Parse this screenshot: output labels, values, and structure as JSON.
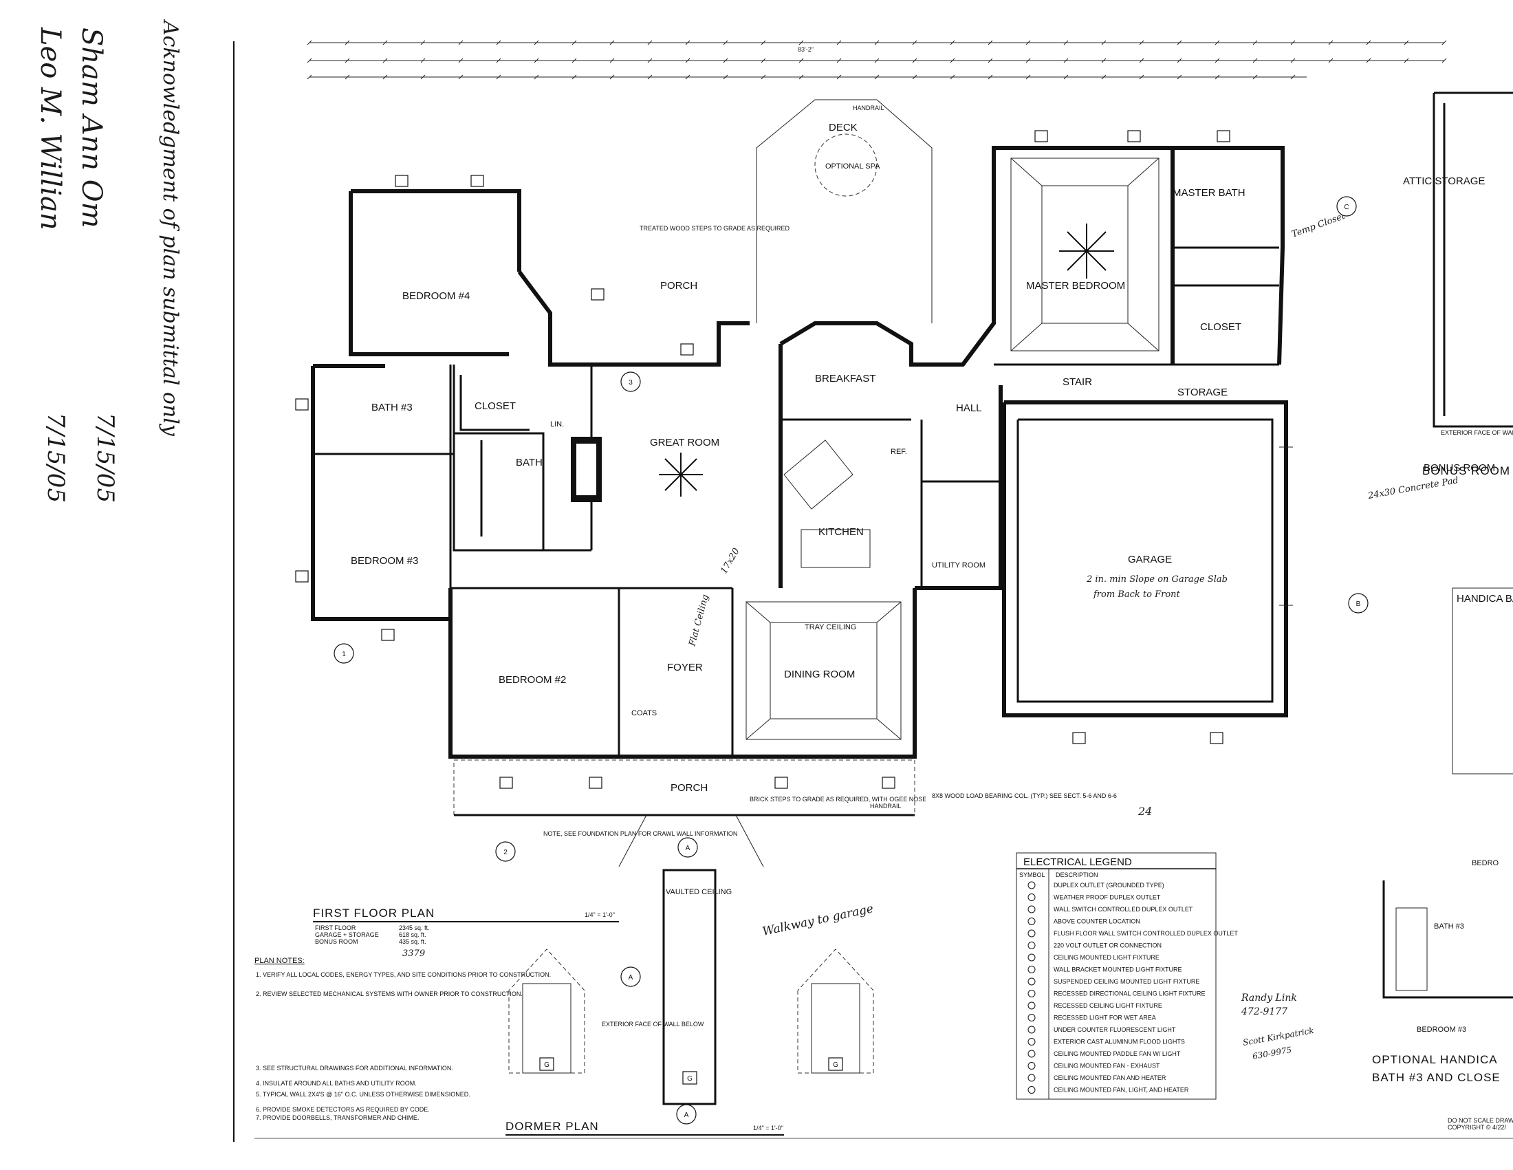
{
  "handwriting": {
    "acknowledgment": "Acknowledgment of plan submittal only",
    "signature_date_1": "7/15/05",
    "signature_date_2": "7/15/05",
    "note_walkway": "Walkway to garage",
    "note_garage_slope_1": "2 in. min Slope on Garage Slab",
    "note_garage_slope_2": "from Back to Front",
    "note_concrete_pad": "24x30 Concrete Pad",
    "note_temp_closet": "Temp Closet",
    "note_contact_1_name": "Randy Link",
    "note_contact_1_phone": "472-9177",
    "note_contact_2_name": "Scott Kirkpatrick",
    "note_contact_2_phone": "630-9975",
    "note_flat_ceiling": "Flat Ceiling",
    "note_dim_1770": "17x20",
    "note_24": "24"
  },
  "rooms": {
    "bedroom4": "BEDROOM #4",
    "porch_rear": "PORCH",
    "deck": "DECK",
    "optional_spa": "OPTIONAL SPA",
    "master_bedroom": "MASTER BEDROOM",
    "master_bath": "MASTER BATH",
    "closet_master": "CLOSET",
    "attic_storage": "ATTIC STORAGE",
    "bath3": "BATH #3",
    "closet": "CLOSET",
    "lin": "LIN.",
    "great_room": "GREAT ROOM",
    "breakfast": "BREAKFAST",
    "hall": "HALL",
    "stair": "STAIR",
    "storage": "STORAGE",
    "bath": "BATH",
    "kitchen": "KITCHEN",
    "utility_room": "UTILITY ROOM",
    "garage": "GARAGE",
    "bedroom3": "BEDROOM #3",
    "bedroom2": "BEDROOM #2",
    "foyer": "FOYER",
    "coats": "COATS",
    "dining_room": "DINING ROOM",
    "porch_front": "PORCH",
    "tray_ceiling": "TRAY CEILING",
    "ref": "REF.",
    "bonus_room": "BONUS ROOM",
    "vaulted_ceiling": "VAULTED CEILING"
  },
  "titles": {
    "first_floor_plan": "FIRST FLOOR PLAN",
    "first_floor_scale": "1/4\" = 1'-0\"",
    "dormer_plan": "DORMER PLAN",
    "dormer_scale": "1/4\" = 1'-0\"",
    "optional_handicap": "OPTIONAL HANDICA",
    "bath3_closet": "BATH #3 AND CLOSE",
    "handicap_bath": "HANDICA BATH O",
    "bonus_room_title": "BONUS ROOM"
  },
  "areas": {
    "first_floor_label": "FIRST FLOOR",
    "first_floor_value": "2345 sq. ft.",
    "garage_label": "GARAGE + STORAGE",
    "garage_value": "618 sq. ft.",
    "bonus_label": "BONUS ROOM",
    "bonus_value": "435 sq. ft.",
    "total_handwritten": "3379"
  },
  "plan_notes": {
    "heading": "PLAN NOTES:",
    "items": [
      "1. VERIFY ALL LOCAL CODES, ENERGY TYPES, AND SITE CONDITIONS PRIOR TO CONSTRUCTION.",
      "2. REVIEW SELECTED MECHANICAL SYSTEMS WITH OWNER PRIOR TO CONSTRUCTION.",
      "3. SEE STRUCTURAL DRAWINGS FOR ADDITIONAL INFORMATION.",
      "4. INSULATE AROUND ALL BATHS AND UTILITY ROOM.",
      "5. TYPICAL WALL 2X4'S @ 16\" O.C. UNLESS OTHERWISE DIMENSIONED.",
      "6. PROVIDE SMOKE DETECTORS AS REQUIRED BY CODE.",
      "7. PROVIDE DOORBELLS, TRANSFORMER AND CHIME."
    ]
  },
  "electrical_legend": {
    "title": "ELECTRICAL LEGEND",
    "col_symbol": "SYMBOL",
    "col_description": "DESCRIPTION",
    "items": [
      {
        "icon": "duplex-outlet-icon",
        "label": "DUPLEX OUTLET (GROUNDED TYPE)"
      },
      {
        "icon": "weatherproof-outlet-icon",
        "label": "WEATHER PROOF DUPLEX OUTLET"
      },
      {
        "icon": "switched-outlet-icon",
        "label": "WALL SWITCH CONTROLLED DUPLEX OUTLET"
      },
      {
        "icon": "counter-outlet-icon",
        "label": "ABOVE COUNTER LOCATION"
      },
      {
        "icon": "floor-outlet-icon",
        "label": "FLUSH FLOOR WALL SWITCH CONTROLLED DUPLEX OUTLET"
      },
      {
        "icon": "220v-outlet-icon",
        "label": "220 VOLT OUTLET OR CONNECTION"
      },
      {
        "icon": "ceiling-light-icon",
        "label": "CEILING MOUNTED LIGHT FIXTURE"
      },
      {
        "icon": "wall-bracket-light-icon",
        "label": "WALL BRACKET MOUNTED LIGHT FIXTURE"
      },
      {
        "icon": "suspended-light-icon",
        "label": "SUSPENDED CEILING MOUNTED LIGHT FIXTURE"
      },
      {
        "icon": "directional-light-icon",
        "label": "RECESSED DIRECTIONAL CEILING LIGHT FIXTURE"
      },
      {
        "icon": "recessed-light-icon",
        "label": "RECESSED CEILING LIGHT FIXTURE"
      },
      {
        "icon": "wet-area-light-icon",
        "label": "RECESSED LIGHT FOR WET AREA"
      },
      {
        "icon": "fluorescent-light-icon",
        "label": "UNDER COUNTER FLUORESCENT LIGHT"
      },
      {
        "icon": "flood-light-icon",
        "label": "EXTERIOR CAST ALUMINUM FLOOD LIGHTS"
      },
      {
        "icon": "paddle-fan-icon",
        "label": "CEILING MOUNTED PADDLE FAN W/ LIGHT"
      },
      {
        "icon": "exhaust-fan-icon",
        "label": "CEILING MOUNTED FAN - EXHAUST"
      },
      {
        "icon": "fan-heater-icon",
        "label": "CEILING MOUNTED FAN AND HEATER"
      },
      {
        "icon": "fan-light-heater-icon",
        "label": "CEILING MOUNTED FAN, LIGHT, AND HEATER"
      }
    ]
  },
  "notes": {
    "handrail": "HANDRAIL",
    "brick_steps": "BRICK STEPS TO GRADE AS REQUIRED, WITH OGEE NOSE",
    "wood_col": "8X8 WOOD LOAD BEARING COL. (TYP.) SEE SECT. 5-6 AND 6-6",
    "foundation_note": "NOTE, SEE FOUNDATION PLAN FOR CRAWL WALL INFORMATION",
    "treated_steps": "TREATED WOOD STEPS TO GRADE AS REQUIRED",
    "exterior_face": "EXTERIOR FACE OF WALL BELOW",
    "do_not_scale": "DO NOT SCALE DRAWI",
    "copyright": "COPYRIGHT © 4/22/",
    "bedroom3_small": "BEDROOM #3",
    "bedro_small": "BEDRO",
    "bath3_small": "BATH #3"
  },
  "overall_dim": "83'-2\""
}
